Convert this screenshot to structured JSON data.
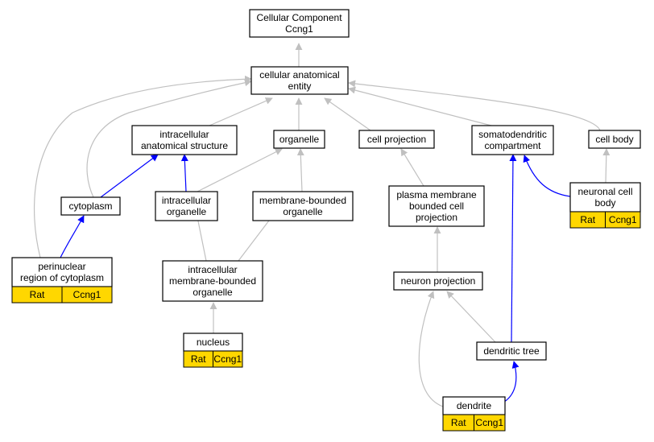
{
  "colors": {
    "edge_gray": "#c0c0c0",
    "edge_blue": "#0000ff",
    "annotation_fill": "#ffd700"
  },
  "nodes": {
    "root": {
      "lines": [
        "Cellular Component",
        "Ccng1"
      ]
    },
    "cae": {
      "lines": [
        "cellular anatomical",
        "entity"
      ]
    },
    "ias": {
      "lines": [
        "intracellular",
        "anatomical structure"
      ]
    },
    "organelle": {
      "lines": [
        "organelle"
      ]
    },
    "cellproj": {
      "lines": [
        "cell projection"
      ]
    },
    "somato": {
      "lines": [
        "somatodendritic",
        "compartment"
      ]
    },
    "cellbody": {
      "lines": [
        "cell body"
      ]
    },
    "cytoplasm": {
      "lines": [
        "cytoplasm"
      ]
    },
    "intorg": {
      "lines": [
        "intracellular",
        "organelle"
      ]
    },
    "mbo": {
      "lines": [
        "membrane-bounded",
        "organelle"
      ]
    },
    "pmbcp": {
      "lines": [
        "plasma membrane",
        "bounded cell",
        "projection"
      ]
    },
    "ncb": {
      "lines": [
        "neuronal cell",
        "body"
      ],
      "species": "Rat",
      "gene": "Ccng1"
    },
    "perinuc": {
      "lines": [
        "perinuclear",
        "region of cytoplasm"
      ],
      "species": "Rat",
      "gene": "Ccng1"
    },
    "imbo": {
      "lines": [
        "intracellular",
        "membrane-bounded",
        "organelle"
      ]
    },
    "neuronproj": {
      "lines": [
        "neuron projection"
      ]
    },
    "nucleus": {
      "lines": [
        "nucleus"
      ],
      "species": "Rat",
      "gene": "Ccng1"
    },
    "dtree": {
      "lines": [
        "dendritic tree"
      ]
    },
    "dendrite": {
      "lines": [
        "dendrite"
      ],
      "species": "Rat",
      "gene": "Ccng1"
    }
  }
}
